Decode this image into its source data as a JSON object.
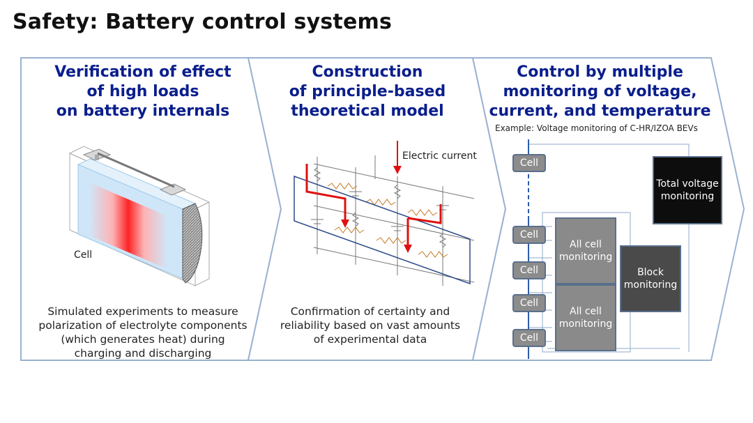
{
  "title": "Safety: Battery control systems",
  "panels": [
    {
      "heading": "Verification of effect\nof high loads\non battery internals",
      "cell_label": "Cell",
      "caption": "Simulated experiments to measure\npolarization of electrolyte components\n(which generates heat) during\ncharging and discharging"
    },
    {
      "heading": "Construction\nof principle-based\ntheoretical model",
      "current_label": "Electric current",
      "caption": "Confirmation of certainty and\nreliability based on vast amounts\nof experimental data"
    },
    {
      "heading": "Control by multiple\nmonitoring of voltage,\ncurrent, and temperature",
      "example": "Example: Voltage monitoring of C-HR/IZOA BEVs",
      "cell_label": "Cell",
      "all_cell_monitoring": "All cell\nmonitoring",
      "block_monitoring": "Block\nmonitoring",
      "total_voltage_monitoring": "Total voltage\nmonitoring"
    }
  ],
  "colors": {
    "heading": "#0a1e8c",
    "chevron_border": "#9ab2d0",
    "current_arrow": "#e01010",
    "battery_hot": "#ff1a1a",
    "battery_body": "#cfe6f8",
    "cell_box": "#8c8c8c",
    "all_cell_box": "#8a8a8a",
    "block_box": "#4a4a4a",
    "total_box": "#0d0d0d",
    "bus_line": "#2b5ca8"
  }
}
